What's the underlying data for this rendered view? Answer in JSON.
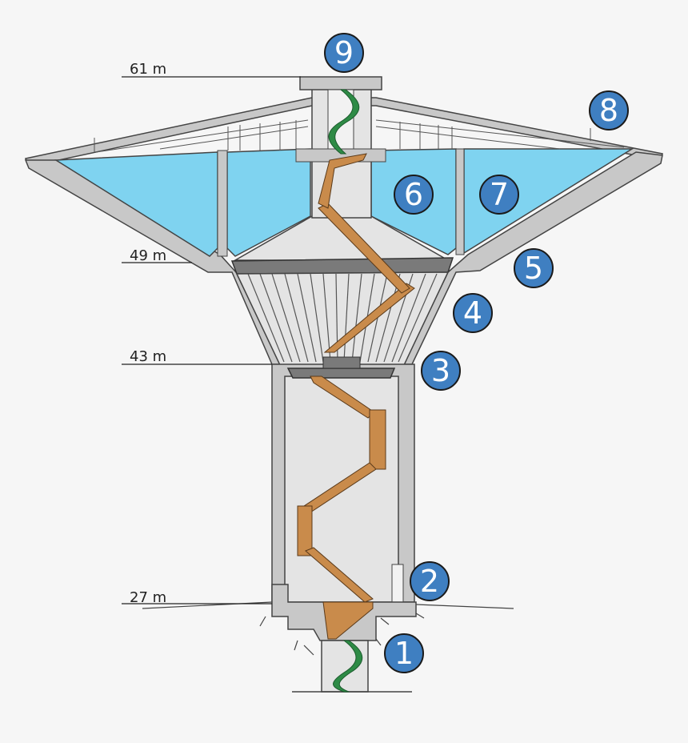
{
  "levels": [
    {
      "id": "top",
      "label": "61 m"
    },
    {
      "id": "reservoir-base",
      "label": "49 m"
    },
    {
      "id": "shaft-top",
      "label": "43 m"
    },
    {
      "id": "ground",
      "label": "27 m"
    }
  ],
  "callouts": [
    "1",
    "2",
    "3",
    "4",
    "5",
    "6",
    "7",
    "8",
    "9"
  ],
  "colors": {
    "background": "#f6f6f6",
    "concrete": "#c8c8c8",
    "concrete_dark": "#7a7a7a",
    "interior": "#e4e4e4",
    "water": "#7fd3f0",
    "stairs": "#c98b4b",
    "spiral_stair": "#2e8b46",
    "badge": "#3f7fc1",
    "badge_outline": "#1a1a1a"
  }
}
